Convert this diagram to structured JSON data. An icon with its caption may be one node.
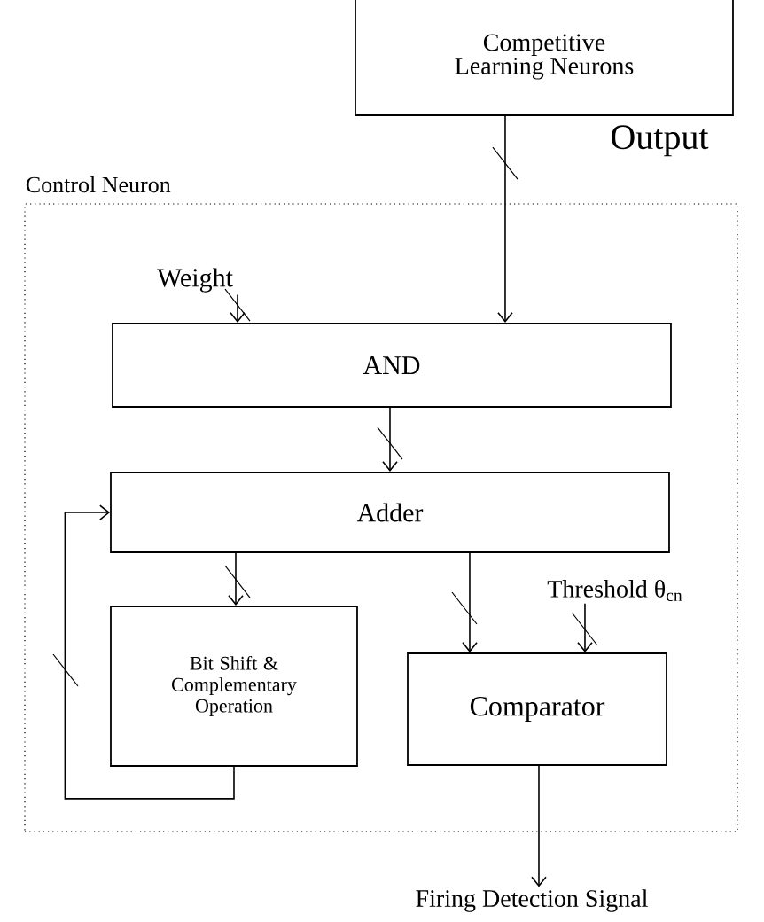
{
  "diagram": {
    "nodes": [
      {
        "text": [
          "Control Neuron"
        ]
      },
      {
        "text": [
          "Competitive Learning Neurons"
        ]
      },
      {
        "text": [
          "Weight"
        ],
        "in": 0
      },
      {
        "text": [
          "AND"
        ],
        "in": 0
      },
      {
        "text": [
          "Adder"
        ],
        "in": 0
      },
      {
        "text": [
          "Bit Shift & Complementary Operation"
        ],
        "in": 0
      },
      {
        "text": [
          "Threshold θ$_{cn}$"
        ],
        "in": 0
      },
      {
        "text": [
          "Comparator"
        ],
        "in": 0
      },
      {
        "text": [
          "Firing Detection Signal"
        ]
      }
    ],
    "edges": [
      {
        "from": 1,
        "to": 3,
        "arrow": "to",
        "label": "Output"
      },
      {
        "from": 2,
        "to": 3,
        "arrow": "to"
      },
      {
        "from": 3,
        "to": 4,
        "arrow": "to"
      },
      {
        "from": 4,
        "to": 5,
        "arrow": "to"
      },
      {
        "from": 4,
        "to": 7,
        "arrow": "to"
      },
      {
        "from": 6,
        "to": 7,
        "arrow": "to"
      },
      {
        "from": 5,
        "to": 4,
        "arrow": "to"
      },
      {
        "from": 7,
        "to": 8,
        "arrow": "to"
      }
    ]
  }
}
